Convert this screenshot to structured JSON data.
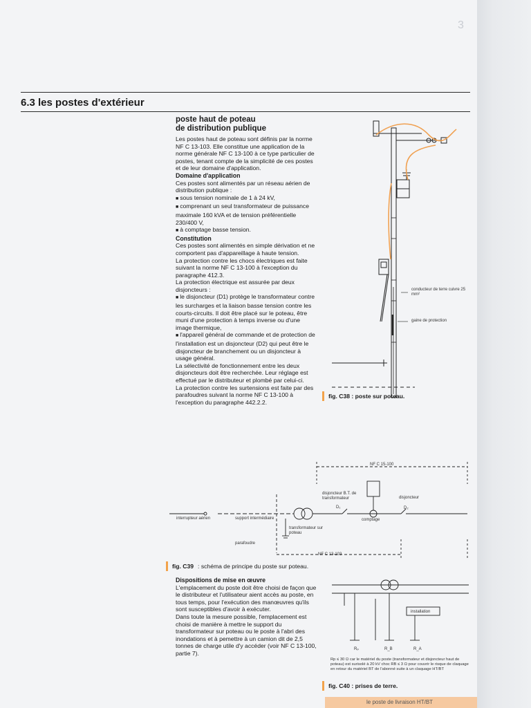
{
  "section": {
    "title": "6.3 les postes d'extérieur"
  },
  "article": {
    "heading_line1": "poste haut de poteau",
    "heading_line2": "de distribution publique",
    "intro": "Les postes haut de poteau sont définis par la norme NF C 13-103. Elle constitue une application de la norme générale NF C 13-100 à ce type particulier de postes, tenant compte de la simplicité de ces postes et de leur domaine d'application.",
    "domaine_title": "Domaine d'application",
    "domaine_text": "Ces postes sont alimentés par un réseau aérien de distribution publique :",
    "domaine_b1": "sous tension nominale de 1 à 24 kV,",
    "domaine_b2": "comprenant un seul transformateur de puissance maximale 160 kVA et de tension préférentielle 230/400 V,",
    "domaine_b3": "à comptage basse tension.",
    "constitution_title": "Constitution",
    "constitution_p1": "Ces postes sont alimentés en simple dérivation et ne comportent pas d'appareillage à haute tension.",
    "constitution_p2": "La protection contre les chocs électriques est faite suivant la norme NF C 13-100 à l'exception du paragraphe 412.3.",
    "constitution_p3": "La protection électrique est assurée par deux disjoncteurs :",
    "constitution_b1": "le disjoncteur (D1) protège le transformateur contre les surcharges et la liaison basse tension contre les courts-circuits. Il doit être placé sur le poteau, être muni d'une protection à temps inverse ou d'une image thermique,",
    "constitution_b2": "l'appareil général de commande et de protection de l'installation est un disjoncteur (D2) qui peut être le disjoncteur de branchement ou un disjoncteur à usage général.",
    "constitution_p4": "La sélectivité de fonctionnement entre les deux disjoncteurs doit être recherchée. Leur réglage est effectué par le distributeur et plombé par celui-ci.",
    "constitution_p5": "La protection contre les surtensions est faite par des parafoudres suivant la norme NF C 13-100 à l'exception du paragraphe 442.2.2.",
    "mise_title": "Dispositions de mise en œuvre",
    "mise_p1": "L'emplacement du poste doit être choisi de façon que le distributeur et l'utilisateur aient accès au poste, en tous temps, pour l'exécution des manœuvres qu'ils sont susceptibles d'avoir à exécuter.",
    "mise_p2": "Dans toute la mesure possible, l'emplacement est choisi de manière à mettre le support du transformateur sur poteau ou le poste à l'abri des inondations et à pemettre à un camion dit de 2,5 tonnes de charge utile d'y accéder (voir NF C 13-100, partie 7)."
  },
  "fig38": {
    "caption": "fig. C38 : poste sur poteau.",
    "label_conducteur": "conducteur de terre cuivre 25 mm²",
    "label_gaine": "gaine de protection"
  },
  "fig39": {
    "caption_bold": "fig. C39",
    "caption_rest": ": schéma de principe du poste sur poteau.",
    "nfc15": "NF C 15-100",
    "nfc13": "NF C 13-103",
    "interrupteur": "interrupteur aérien",
    "support": "support intermédiaire",
    "parafoudre": "parafoudre",
    "transformateur": "transformateur sur poteau",
    "disjoncteur_bt": "disjoncteur B.T. de transformateur",
    "d1": "D₁",
    "comptage": "comptage",
    "disjoncteur": "disjoncteur",
    "d2": "D₂"
  },
  "fig40": {
    "caption": "fig. C40 : prises de terre.",
    "installation": "installation",
    "rp": "Rₚ",
    "rb": "R_B",
    "ra": "R_A",
    "note": "Rp ≤ 30 Ω car le matériel du poste (transformateur et disjoncteur haut de poteau) est surisolé à 20 kV choc RB ≤ 3 Ω pour couvrir le risque de claquage en retour du matériel BT de l'abonné suite à un claquage HT/BT"
  },
  "footer": {
    "text": "le poste de livraison HT/BT"
  },
  "colors": {
    "accent": "#f2a24a",
    "orange_wire": "#f0a050"
  }
}
